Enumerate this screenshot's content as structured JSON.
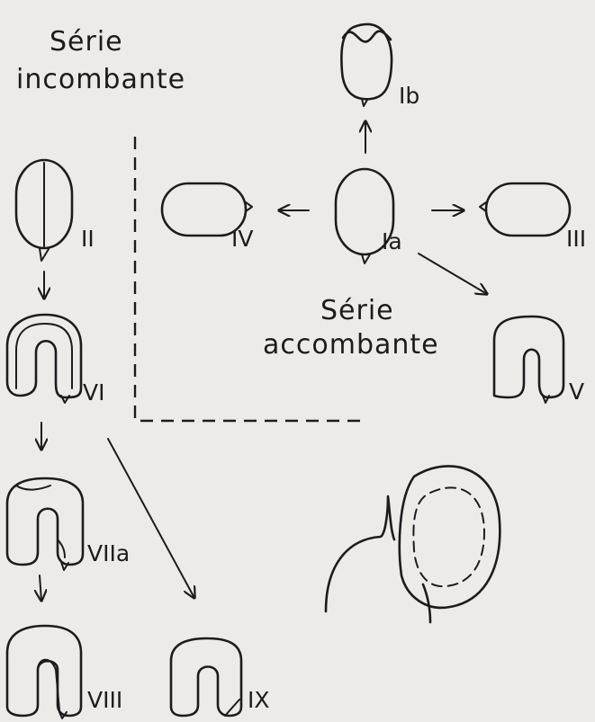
{
  "series_incombante": {
    "line1": "Série",
    "line2": "incombante"
  },
  "series_accombante": {
    "line1": "Série",
    "line2": "accombante"
  },
  "labels": {
    "ia": "Ia",
    "ib": "Ib",
    "ii": "II",
    "iii": "III",
    "iv": "IV",
    "v": "V",
    "vi": "VI",
    "viia": "VIIa",
    "viii": "VIII",
    "ix": "IX"
  },
  "colors": {
    "ink": "#1c1c1c",
    "paper": "#ecebe8"
  }
}
